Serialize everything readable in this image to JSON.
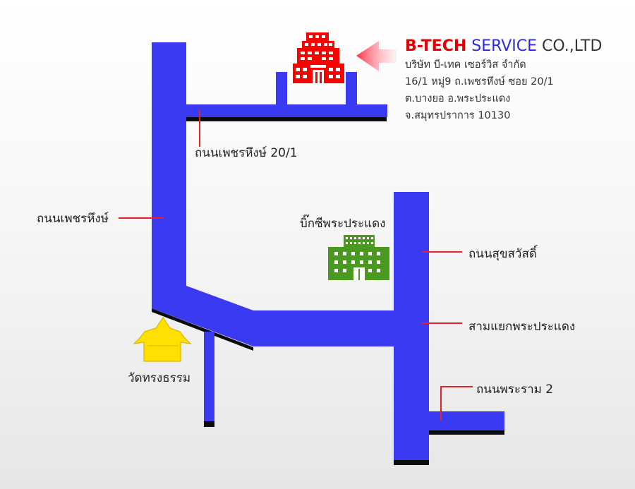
{
  "company": {
    "name_part1": "B-TECH",
    "name_part2": "SERVICE",
    "name_part3": "CO.,LTD",
    "thai_name": "บริษัท บี-เทค เซอร์วิส จำกัด",
    "address_line1": "16/1 หมู่9 ถ.เพชรหึงษ์ ซอย 20/1",
    "address_line2": "ต.บางยอ อ.พระประแดง",
    "address_line3": "จ.สมุทรปราการ 10130"
  },
  "labels": {
    "soi_20_1": "ถนนเพชรหึงษ์ 20/1",
    "phetchahueng_road": "ถนนเพชรหึงษ์",
    "big_c": "บิ๊กซีพระประแดง",
    "suksawat_road": "ถนนสุขสวัสดิ์",
    "phra_pradaeng_junction": "สามแยกพระประแดง",
    "wat": "วัดทรงธรรม",
    "rama2_road": "ถนนพระราม 2"
  },
  "colors": {
    "road": "#3a3af2",
    "road_shadow": "#0c0c0c",
    "leader_line": "#e8202a",
    "company_building": "#ff0000",
    "company_name": "#e00000",
    "mall": "#4a9a22",
    "temple": "#ffe000",
    "arrow": "#ff5060"
  },
  "icons": [
    "company-building-icon",
    "arrow-left-icon",
    "mall-building-icon",
    "temple-icon"
  ]
}
